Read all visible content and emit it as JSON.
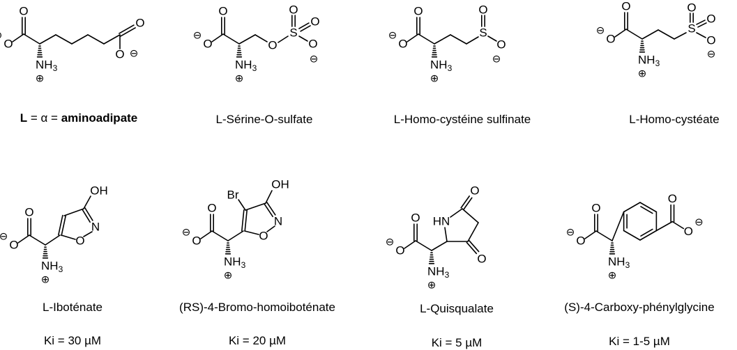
{
  "atoms": {
    "O": "O",
    "N": "N",
    "NH3": "NH",
    "sub3": "3",
    "S": "S",
    "OH": "OH",
    "HN": "HN",
    "Br": "Br",
    "minus": "⊖",
    "plus": "⊕"
  },
  "compounds": [
    {
      "name": "L-α-aminoadipate",
      "name_parts": [
        "L",
        "α",
        "aminoadipate"
      ],
      "ki": ""
    },
    {
      "name": "L-Sérine-O-sulfate",
      "ki": ""
    },
    {
      "name": "L-Homo-cystéine sulfinate",
      "ki": ""
    },
    {
      "name": "L-Homo-cystéate",
      "ki": ""
    },
    {
      "name": "L-Iboténate",
      "ki": "Ki = 30 µM"
    },
    {
      "name": "(RS)-4-Bromo-homoiboténate",
      "ki": "Ki = 20 µM"
    },
    {
      "name": "L-Quisqualate",
      "ki": "Ki = 5 µM"
    },
    {
      "name": "(S)-4-Carboxy-phénylglycine",
      "ki": "Ki = 1-5 µM"
    }
  ]
}
